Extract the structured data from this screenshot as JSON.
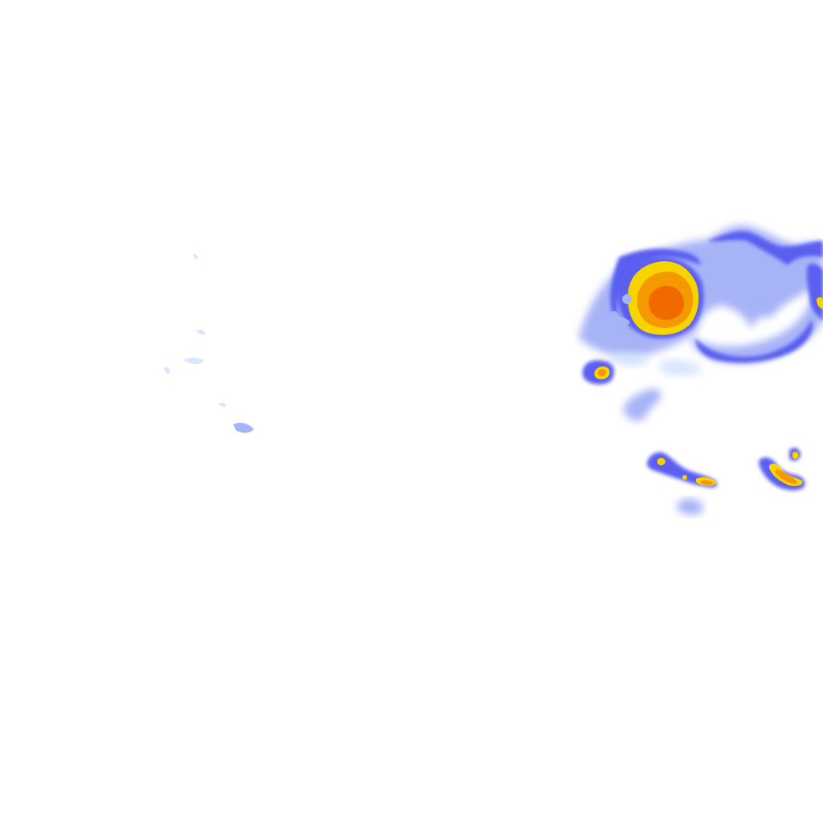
{
  "view": {
    "kind": "precipitation-radar-overlay",
    "background": "#ffffff",
    "legend_visible": false,
    "labels_visible": false
  },
  "intensity_palette": {
    "trace": "#cfe0fb",
    "light": "#a7b3f7",
    "moderate": "#5a5ff0",
    "strong": "#3a2fe0",
    "heavy": "#f7d400",
    "intense": "#f49a00",
    "extreme": "#f06a00"
  },
  "echo_cells": [
    {
      "id": "main-storm-cell",
      "max_level": "extreme"
    },
    {
      "id": "northeast-band",
      "max_level": "strong"
    },
    {
      "id": "western-small-cell",
      "max_level": "intense"
    },
    {
      "id": "central-trailing-band",
      "max_level": "moderate"
    },
    {
      "id": "southern-band",
      "max_level": "intense"
    },
    {
      "id": "southeast-cell",
      "max_level": "intense"
    },
    {
      "id": "far-south-patch",
      "max_level": "light"
    },
    {
      "id": "western-scattered-echoes",
      "max_level": "light"
    }
  ]
}
